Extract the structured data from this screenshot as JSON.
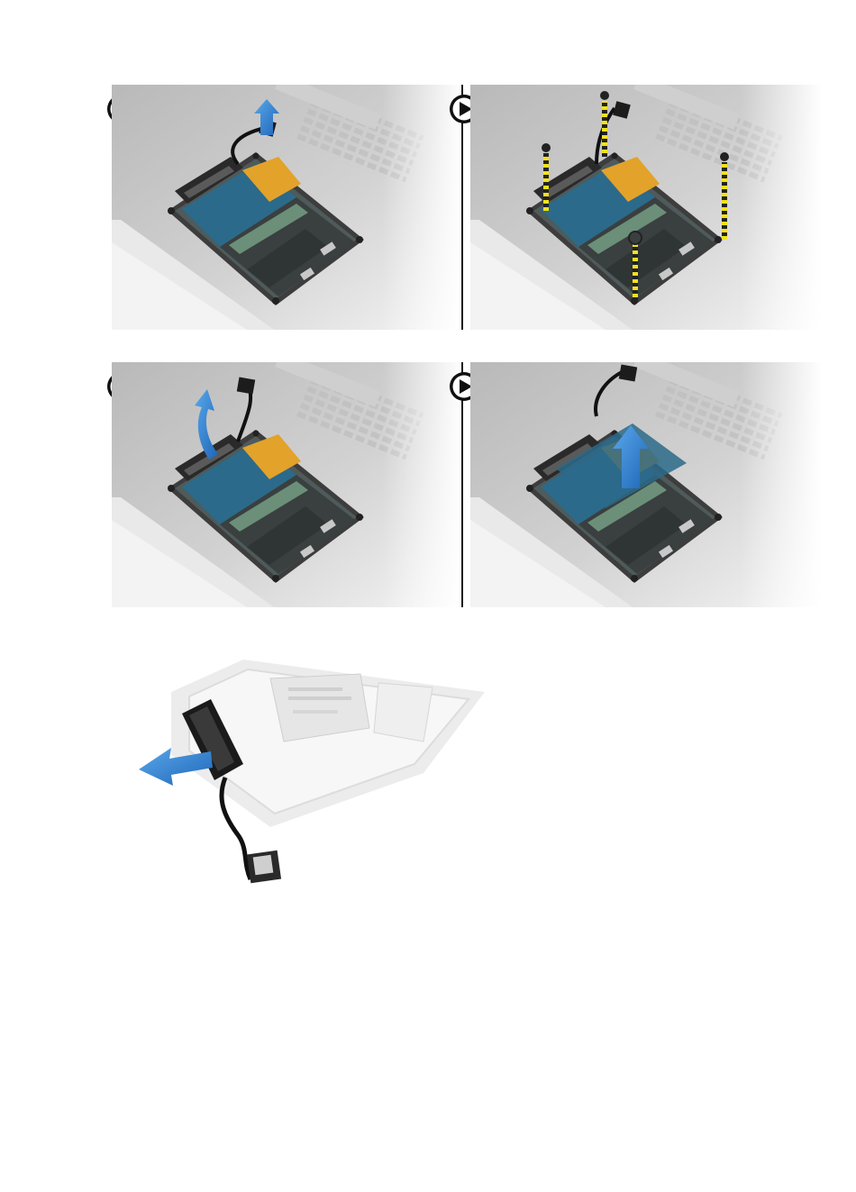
{
  "document": {
    "type": "service-manual-illustration-page",
    "steps": [
      {
        "action": "lift-cable-connector",
        "icon": "play-circle-icon"
      },
      {
        "action": "remove-screws",
        "icon": "play-circle-icon"
      },
      {
        "action": "unroute-cable",
        "icon": "play-circle-icon"
      },
      {
        "action": "lift-drive-assembly",
        "icon": "play-circle-icon"
      },
      {
        "action": "disconnect-interposer",
        "icon": "none"
      }
    ],
    "colors": {
      "arrow": "#2f7fd0",
      "chassis": "#c9c9c9",
      "board": "#2b6a8a",
      "drive": "#3a3f3f",
      "flex_cable": "#e3a22a",
      "screw_guide": "#f2e21c"
    }
  }
}
